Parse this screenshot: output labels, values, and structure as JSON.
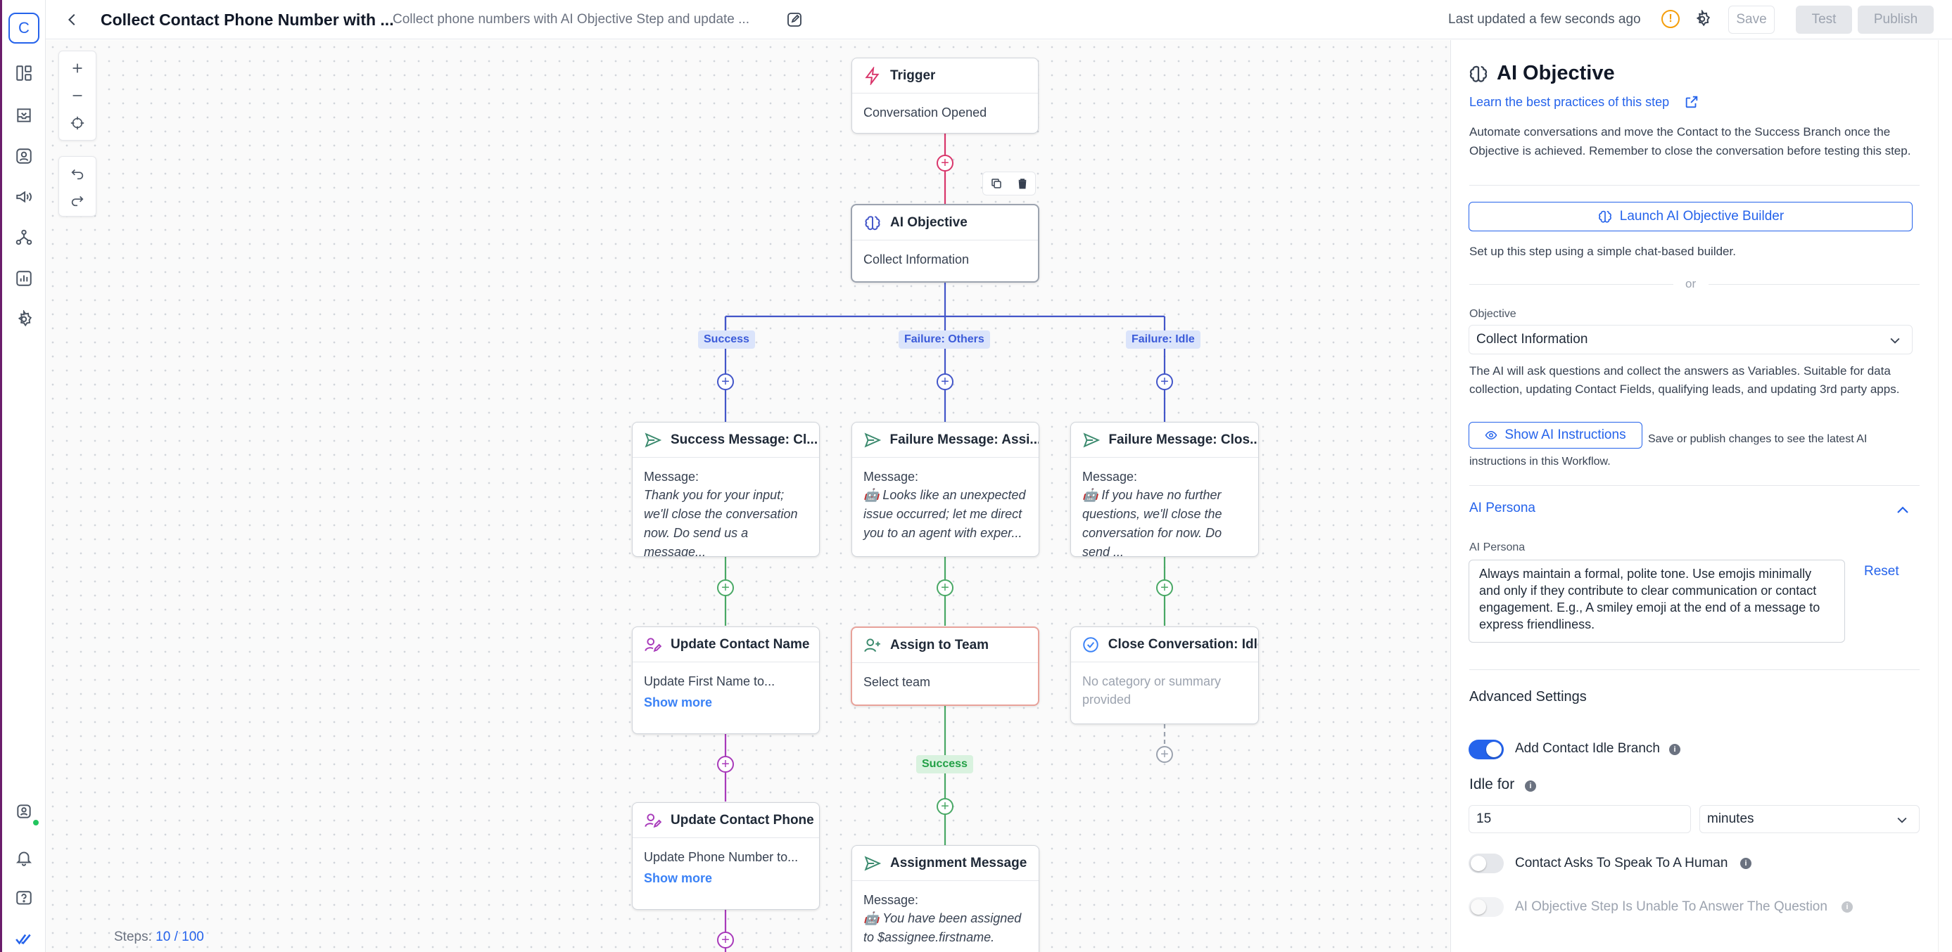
{
  "sidebar": {
    "logo_letter": "C",
    "items": [
      {
        "icon": "dashboard-icon"
      },
      {
        "icon": "inbox-icon"
      },
      {
        "icon": "contacts-icon"
      },
      {
        "icon": "broadcast-icon"
      },
      {
        "icon": "workflow-icon"
      },
      {
        "icon": "reports-icon"
      },
      {
        "icon": "settings-icon"
      }
    ],
    "bottom_items": [
      {
        "icon": "user-status-icon"
      },
      {
        "icon": "notifications-icon"
      },
      {
        "icon": "help-icon"
      },
      {
        "icon": "brand-check-icon"
      }
    ]
  },
  "header": {
    "title": "Collect Contact Phone Number with ...",
    "description": "Collect phone numbers with AI Objective Step and update ...",
    "last_updated": "Last updated a few seconds ago",
    "warning_badge": "!",
    "save_label": "Save",
    "test_label": "Test",
    "publish_label": "Publish"
  },
  "canvas": {
    "steps_label": "Steps:",
    "steps_count": "10 / 100",
    "colors": {
      "trigger": "#d9366b",
      "objective": "#4356c9",
      "success_path": "#49a865",
      "contact_path": "#a83aba",
      "idle": "#9ca3af"
    },
    "nodes": {
      "trigger": {
        "title": "Trigger",
        "body": "Conversation Opened"
      },
      "ai_objective": {
        "title": "AI Objective",
        "body": "Collect Information"
      },
      "success_message": {
        "title": "Success Message: Cl...",
        "label": "Message:",
        "text": "Thank you for your input; we'll close the conversation now. Do send us a message..."
      },
      "failure_others_message": {
        "title": "Failure Message: Assi...",
        "label": "Message:",
        "text": "🤖 Looks like an unexpected issue occurred; let me direct you to an agent with exper..."
      },
      "failure_idle_message": {
        "title": "Failure Message: Clos...",
        "label": "Message:",
        "text": "🤖 If you have no further questions, we'll close the conversation for now. Do send ..."
      },
      "update_contact_name": {
        "title": "Update Contact Name",
        "body": "Update First Name to...",
        "more": "Show more"
      },
      "assign_to_team": {
        "title": "Assign to Team",
        "body": "Select team"
      },
      "close_conversation": {
        "title": "Close Conversation: Idle",
        "body": "No category or summary provided"
      },
      "update_contact_phone": {
        "title": "Update Contact Phone",
        "body": "Update Phone Number to...",
        "more": "Show more"
      },
      "assignment_message": {
        "title": "Assignment Message",
        "label": "Message:",
        "text": "🤖 You have been assigned to $assignee.firstname."
      }
    },
    "branches": {
      "success": "Success",
      "failure_others": "Failure: Others",
      "failure_idle": "Failure: Idle",
      "assign_success": "Success"
    }
  },
  "panel": {
    "title": "AI Objective",
    "learn_link": "Learn the best practices of this step",
    "description": "Automate conversations and move the Contact to the Success Branch once the Objective is achieved. Remember to close the conversation before testing this step.",
    "launch_button": "Launch AI Objective Builder",
    "builder_hint": "Set up this step using a simple chat-based builder.",
    "or": "or",
    "objective_label": "Objective",
    "objective_value": "Collect Information",
    "objective_help": "The AI will ask questions and collect the answers as Variables. Suitable for data collection, updating Contact Fields, qualifying leads, and updating 3rd party apps.",
    "show_instructions_button": "Show AI Instructions",
    "instructions_note_1": "Save or publish changes to see the latest AI",
    "instructions_note_2": "instructions in this Workflow.",
    "persona_section": "AI Persona",
    "persona_label": "AI Persona",
    "persona_text": "Always maintain a formal, polite tone. Use emojis minimally and only if they contribute to clear communication or contact engagement. E.g., A smiley emoji at the end of a message to express friendliness.",
    "reset_label": "Reset",
    "advanced_label": "Advanced Settings",
    "idle_branch_label": "Add Contact Idle Branch",
    "idle_branch_on": true,
    "idle_for_label": "Idle for",
    "idle_for_value": "15",
    "idle_unit": "minutes",
    "speak_human_label": "Contact Asks To Speak To A Human",
    "speak_human_on": false,
    "unable_answer_label": "AI Objective Step Is Unable To Answer The Question",
    "unable_answer_on": false
  }
}
